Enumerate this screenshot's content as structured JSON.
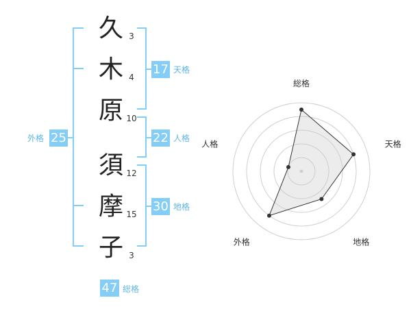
{
  "name_chars": [
    {
      "char": "久",
      "strokes": "3"
    },
    {
      "char": "木",
      "strokes": "4"
    },
    {
      "char": "原",
      "strokes": "10"
    },
    {
      "char": "須",
      "strokes": "12"
    },
    {
      "char": "摩",
      "strokes": "15"
    },
    {
      "char": "子",
      "strokes": "3"
    }
  ],
  "kaku": {
    "tenkaku": {
      "value": "17",
      "label": "天格"
    },
    "jinkaku": {
      "value": "22",
      "label": "人格"
    },
    "chikaku": {
      "value": "30",
      "label": "地格"
    },
    "gaikaku": {
      "value": "25",
      "label": "外格"
    },
    "soukaku": {
      "value": "47",
      "label": "総格"
    }
  },
  "colors": {
    "accent": "#84cdf6",
    "label": "#5fb6e6"
  },
  "chart_data": {
    "type": "radar",
    "axes": [
      "総格",
      "天格",
      "地格",
      "外格",
      "人格"
    ],
    "values": [
      4.5,
      4,
      2.5,
      4,
      1
    ],
    "max": 5,
    "rings": 5
  }
}
